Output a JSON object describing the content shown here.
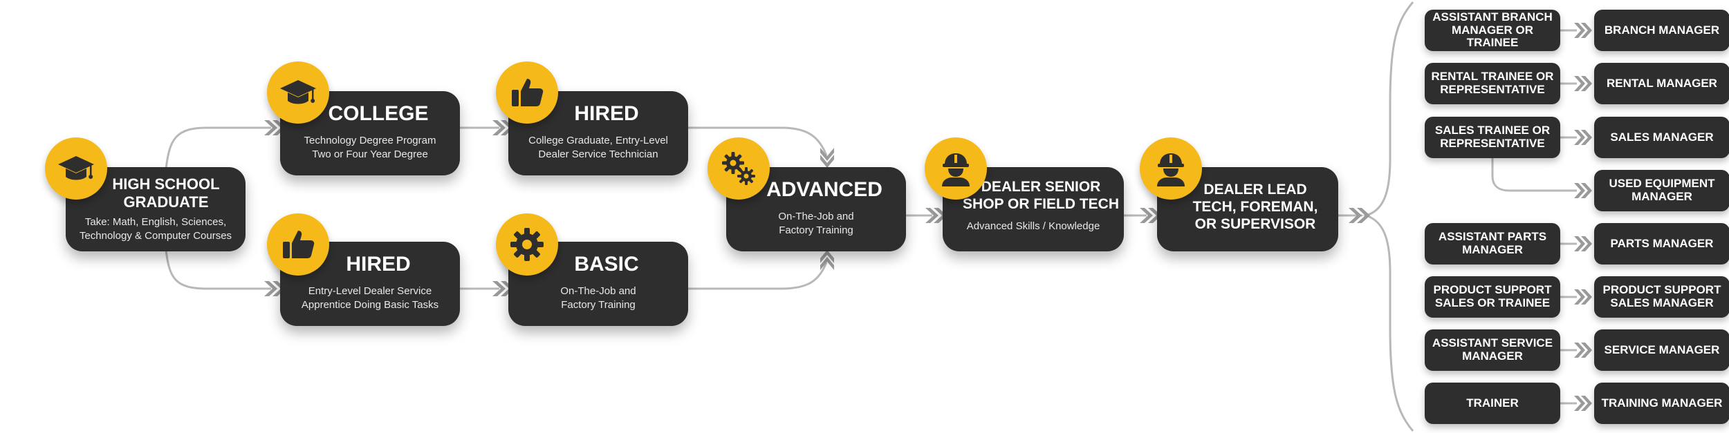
{
  "colors": {
    "accent": "#f5b91a",
    "box": "#2e2e2e",
    "connector": "#b8b8b8"
  },
  "stages": {
    "high_school": {
      "title_line1": "HIGH SCHOOL",
      "title_line2": "GRADUATE",
      "desc_line1": "Take: Math, English, Sciences,",
      "desc_line2": "Technology & Computer Courses",
      "icon": "graduation-cap-icon"
    },
    "college": {
      "title": "COLLEGE",
      "desc_line1": "Technology Degree Program",
      "desc_line2": "Two or Four Year Degree",
      "icon": "graduation-cap-icon"
    },
    "hired_graduate": {
      "title": "HIRED",
      "desc_line1": "College Graduate, Entry-Level",
      "desc_line2": "Dealer Service Technician",
      "icon": "thumbs-up-icon"
    },
    "hired_apprentice": {
      "title": "HIRED",
      "desc_line1": "Entry-Level Dealer Service",
      "desc_line2": "Apprentice Doing Basic Tasks",
      "icon": "thumbs-up-icon"
    },
    "basic": {
      "title": "BASIC",
      "desc_line1": "On-The-Job and",
      "desc_line2": "Factory Training",
      "icon": "gear-icon"
    },
    "advanced": {
      "title": "ADVANCED",
      "desc_line1": "On-The-Job and",
      "desc_line2": "Factory Training",
      "icon": "gears-icon"
    },
    "senior_tech": {
      "title_line1": "DEALER SENIOR",
      "title_line2": "SHOP OR FIELD TECH",
      "desc": "Advanced Skills / Knowledge",
      "icon": "worker-hard-hat-icon"
    },
    "lead_tech": {
      "title_line1": "DEALER LEAD",
      "title_line2": "TECH, FOREMAN,",
      "title_line3": "OR SUPERVISOR",
      "icon": "worker-hard-hat-icon"
    }
  },
  "career_paths": [
    {
      "from_line1": "ASSISTANT BRANCH",
      "from_line2": "MANAGER OR TRAINEE",
      "to_line1": "BRANCH MANAGER",
      "to_line2": ""
    },
    {
      "from_line1": "RENTAL TRAINEE OR",
      "from_line2": "REPRESENTATIVE",
      "to_line1": "RENTAL MANAGER",
      "to_line2": ""
    },
    {
      "from_line1": "SALES TRAINEE OR",
      "from_line2": "REPRESENTATIVE",
      "to_line1": "SALES MANAGER",
      "to_line2": ""
    },
    {
      "from_line1": "",
      "from_line2": "",
      "to_line1": "USED EQUIPMENT",
      "to_line2": "MANAGER"
    },
    {
      "from_line1": "ASSISTANT PARTS",
      "from_line2": "MANAGER",
      "to_line1": "PARTS MANAGER",
      "to_line2": ""
    },
    {
      "from_line1": "PRODUCT SUPPORT",
      "from_line2": "SALES OR TRAINEE",
      "to_line1": "PRODUCT SUPPORT",
      "to_line2": "SALES MANAGER"
    },
    {
      "from_line1": "ASSISTANT SERVICE",
      "from_line2": "MANAGER",
      "to_line1": "SERVICE MANAGER",
      "to_line2": ""
    },
    {
      "from_line1": "TRAINER",
      "from_line2": "",
      "to_line1": "TRAINING MANAGER",
      "to_line2": ""
    }
  ]
}
